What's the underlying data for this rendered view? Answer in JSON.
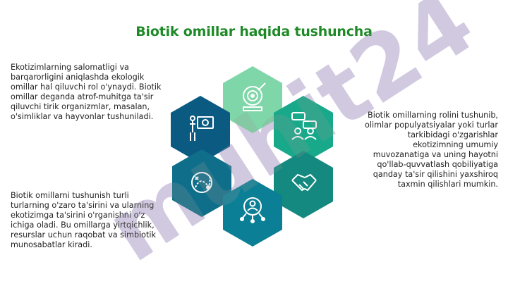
{
  "title": "Biotik omillar haqida tushuncha",
  "paragraphs": {
    "left_top": "Ekotizimlarning salomatligi va barqarorligini aniqlashda ekologik omillar hal qiluvchi rol o'ynaydi. Biotik omillar deganda atrof-muhitga ta'sir qiluvchi tirik organizmlar, masalan, o'simliklar va hayvonlar tushuniladi.",
    "left_bottom": "Biotik omillarni tushunish turli turlarning o'zaro ta'sirini va ularning ekotizimga ta'sirini o'rganishni o'z ichiga oladi. Bu omillarga yirtqichlik, resurslar uchun raqobat va simbiotik munosabatlar kiradi.",
    "right": "Biotik omillarning rolini tushunib, olimlar populyatsiyalar yoki turlar tarkibidagi o'zgarishlar ekotizimning umumiy muvozanatiga va uning hayotni qo'llab-quvvatlash qobiliyatiga qanday ta'sir qilishini yaxshiroq taxmin qilishlari mumkin."
  },
  "watermark_text": "muhit24",
  "colors": {
    "title": "#1e8a27",
    "hex_light_green": "#7fd6a8",
    "hex_teal_dark": "#0f6f8a",
    "hex_teal_green": "#17a98a",
    "hex_blue": "#0a5a82",
    "hex_teal_mid": "#14897f",
    "watermark_purple": "#c9b8ec",
    "watermark_gray": "#9a9a9a"
  },
  "icons": [
    "target-gear-icon",
    "presentation-board-icon",
    "team-chat-icon",
    "strategy-map-icon",
    "handshake-icon",
    "network-person-icon"
  ]
}
